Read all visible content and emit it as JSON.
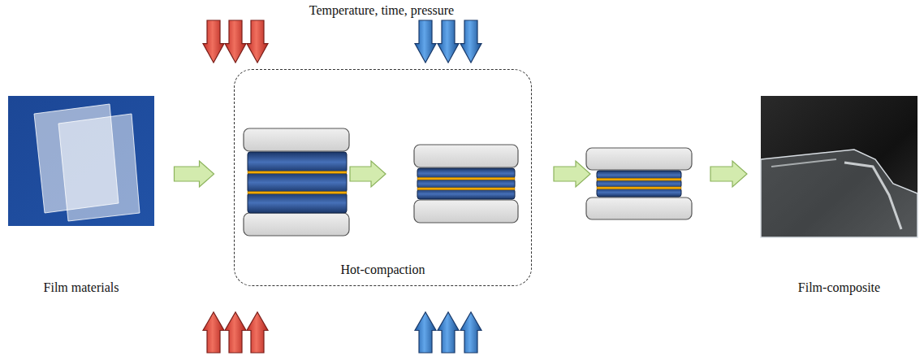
{
  "diagram": {
    "title": "Temperature, time, pressure",
    "nodes": [
      {
        "text": [
          "Film materials"
        ]
      },
      {
        "text": [
          "Hot-compaction"
        ]
      },
      {
        "text": [
          "Film-composite"
        ]
      }
    ],
    "edges": [
      {
        "from": 0,
        "to": 1,
        "arrow": "to"
      }
    ]
  }
}
